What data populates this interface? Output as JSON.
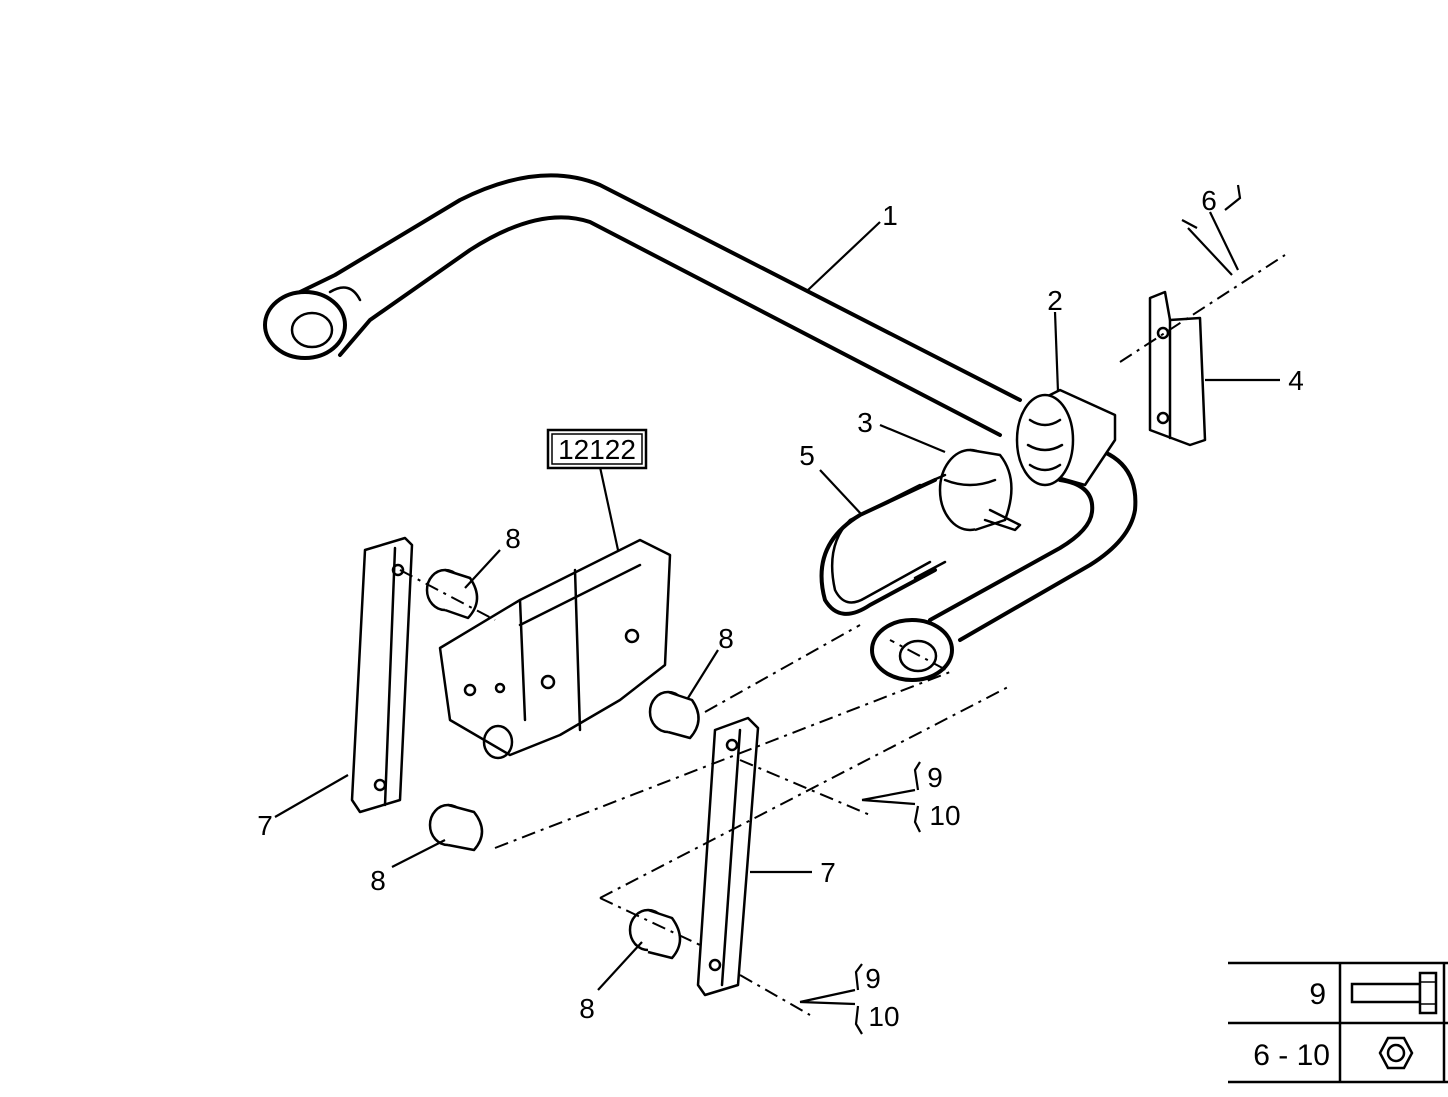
{
  "diagram": {
    "reference_box": "12122",
    "callouts": {
      "c1": "1",
      "c2": "2",
      "c3": "3",
      "c4": "4",
      "c5": "5",
      "c6": "6",
      "c7a": "7",
      "c7b": "7",
      "c8a": "8",
      "c8b": "8",
      "c8c": "8",
      "c8d": "8",
      "c9a": "9",
      "c10a": "10",
      "c9b": "9",
      "c10b": "10"
    }
  },
  "legend": {
    "rows": [
      {
        "label": "9",
        "icon": "bolt-icon"
      },
      {
        "label": "6 - 10",
        "icon": "nut-icon"
      }
    ]
  }
}
